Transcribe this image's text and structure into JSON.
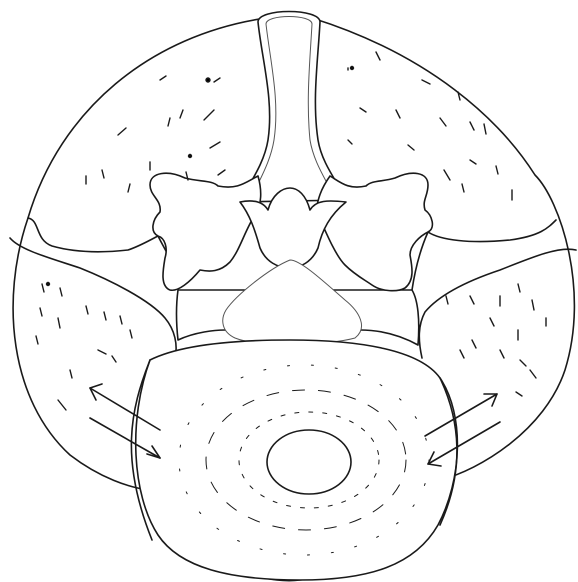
{
  "figure": {
    "subject": "vertebra-cross-section-outline",
    "colors": {
      "background": "#ffffff",
      "ink": "#1a1a1a",
      "inner_outline": "#555555"
    },
    "arrows": {
      "left_pair": "bidirectional",
      "right_pair": "bidirectional"
    }
  }
}
